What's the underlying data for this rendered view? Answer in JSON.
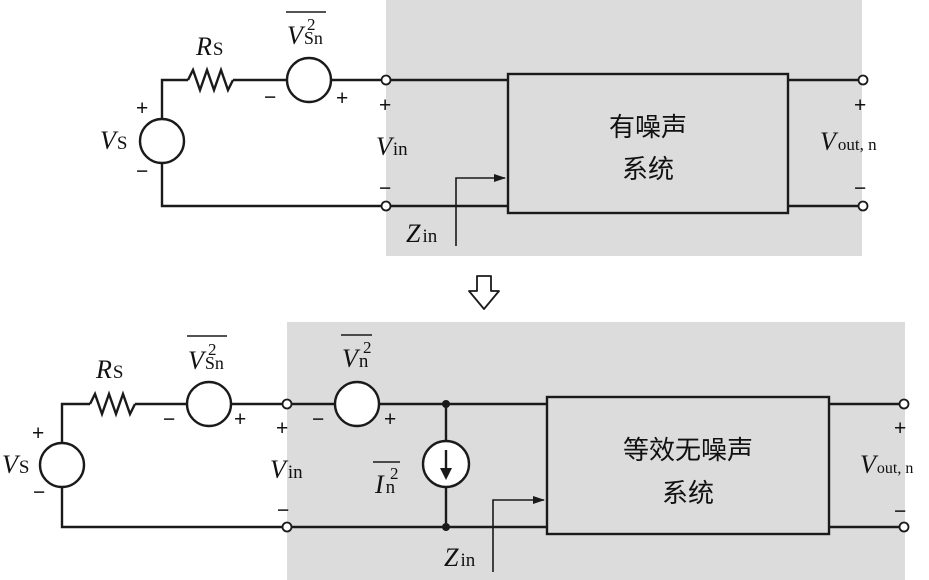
{
  "colors": {
    "shade": "#dcdcdc",
    "box": "#dcdcdc",
    "line": "#1a1a1a",
    "background": "#ffffff"
  },
  "top": {
    "source_main": "V",
    "source_sub": "S",
    "resistor_main": "R",
    "resistor_sub": "S",
    "noise_src_main": "V",
    "noise_src_sub": "Sn",
    "noise_src_sup": "2",
    "vin_main": "V",
    "vin_sub": "in",
    "zin_main": "Z",
    "zin_sub": "in",
    "vout_main": "V",
    "vout_sub": "out, n",
    "box_line1": "有噪声",
    "box_line2": "系统",
    "plus": "+",
    "minus": "−"
  },
  "arrow_icon": "hollow-down-arrow",
  "bottom": {
    "source_main": "V",
    "source_sub": "S",
    "resistor_main": "R",
    "resistor_sub": "S",
    "noise_src_main": "V",
    "noise_src_sub": "Sn",
    "noise_src_sup": "2",
    "vn_main": "V",
    "vn_sub": "n",
    "vn_sup": "2",
    "in_main": "I",
    "in_sub": "n",
    "in_sup": "2",
    "vin_main": "V",
    "vin_sub": "in",
    "zin_main": "Z",
    "zin_sub": "in",
    "vout_main": "V",
    "vout_sub": "out, n",
    "box_line1": "等效无噪声",
    "box_line2": "系统",
    "plus": "+",
    "minus": "−"
  }
}
